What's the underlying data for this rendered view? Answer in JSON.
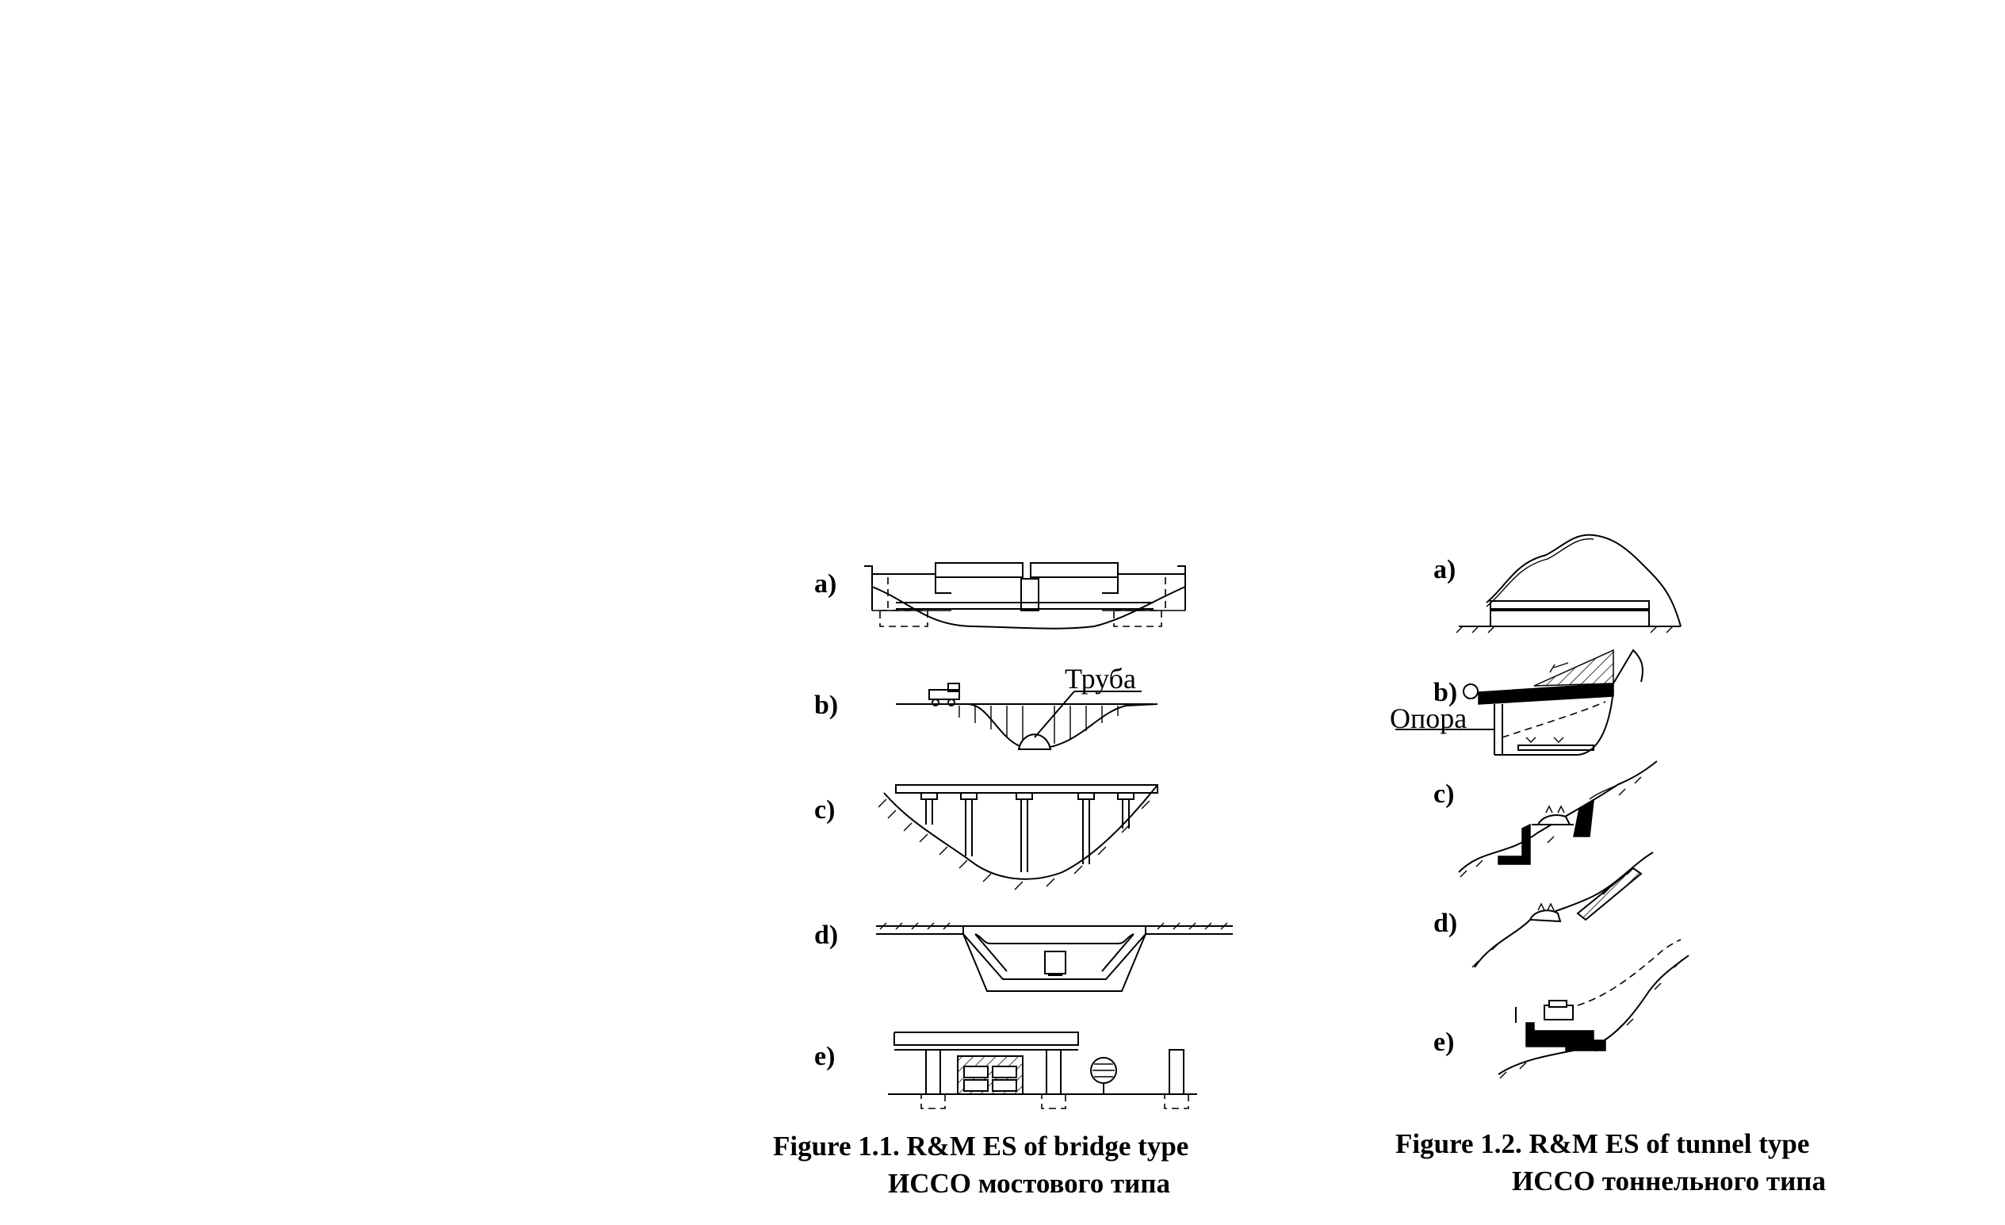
{
  "figure1": {
    "labels": [
      "a)",
      "b)",
      "c)",
      "d)",
      "e)"
    ],
    "annotation": "Труба",
    "caption_en": "Figure 1.1. R&M ES of bridge type",
    "caption_ru": "ИССО мостового типа"
  },
  "figure2": {
    "labels": [
      "a)",
      "b)",
      "c)",
      "d)",
      "e)"
    ],
    "annotation": "Опора",
    "caption_en": "Figure 1.2. R&M ES of tunnel type",
    "caption_ru": "ИССО тоннельного типа"
  }
}
